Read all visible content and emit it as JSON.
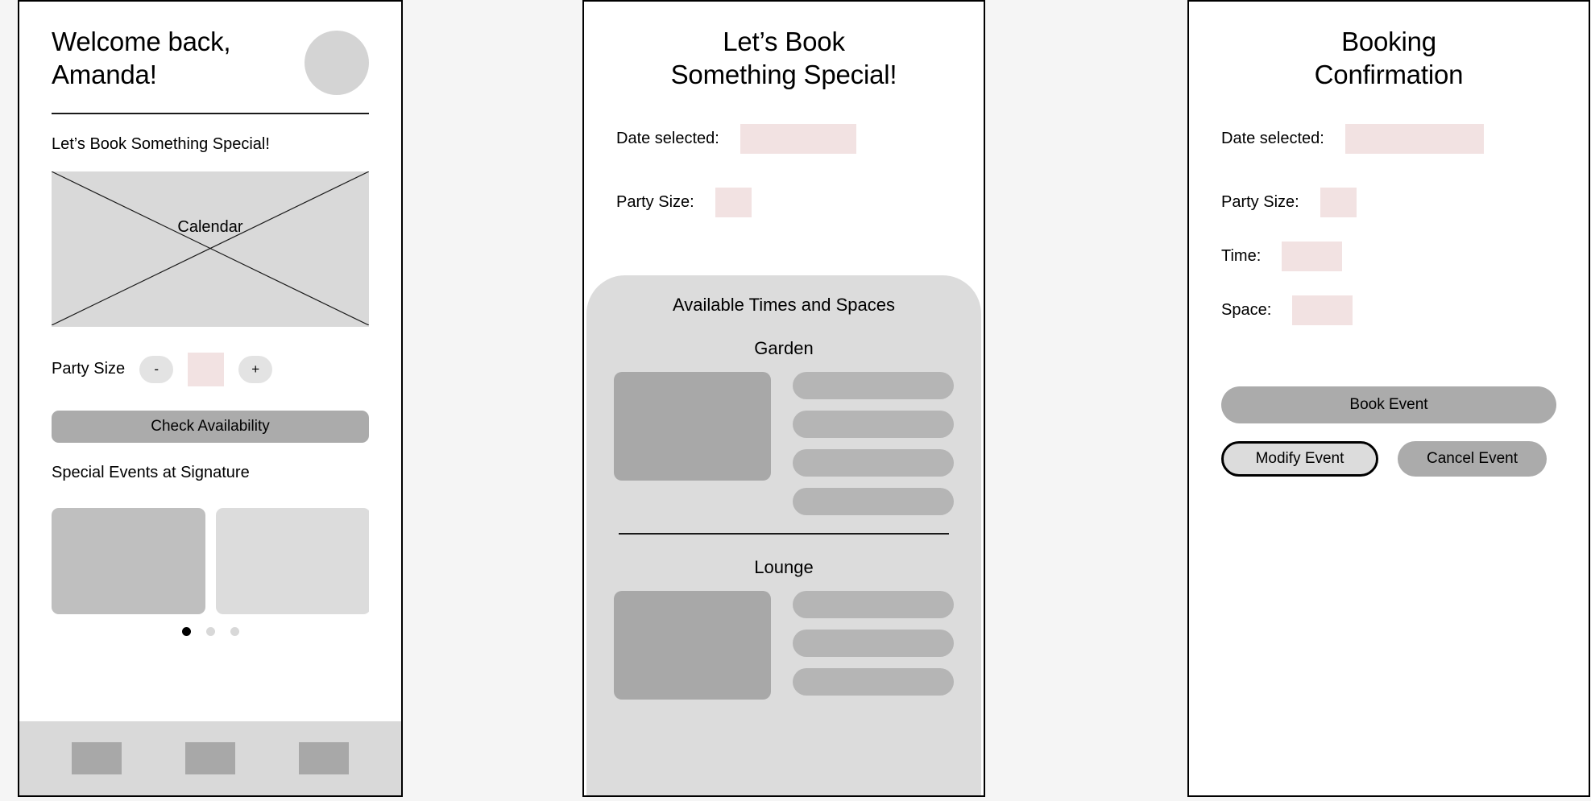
{
  "screens": {
    "home": {
      "greeting": "Welcome back,\nAmanda!",
      "avatar_name": "user-avatar",
      "sub_heading": "Let’s Book Something Special!",
      "calendar_placeholder_label": "Calendar",
      "party_size": {
        "label": "Party Size",
        "decrement_label": "-",
        "increment_label": "+",
        "value": ""
      },
      "check_availability_label": "Check Availability",
      "events_heading": "Special Events at Signature",
      "carousel": {
        "cards": [
          {
            "name": "event-card-1"
          },
          {
            "name": "event-card-2"
          },
          {
            "name": "event-card-3"
          }
        ],
        "next_icon": "chevron-right-icon",
        "dots": [
          {
            "active": true
          },
          {
            "active": false
          },
          {
            "active": false
          }
        ]
      },
      "tab_bar": [
        {
          "name": "tab-item-1"
        },
        {
          "name": "tab-item-2"
        },
        {
          "name": "tab-item-3"
        }
      ]
    },
    "booking": {
      "title": "Let’s Book\nSomething Special!",
      "fields": [
        {
          "label": "Date selected:",
          "value": "",
          "width": 144
        },
        {
          "label": "Party Size:",
          "value": "",
          "width": 45
        }
      ],
      "available": {
        "title": "Available Times and Spaces",
        "spaces": [
          {
            "name": "Garden",
            "slots": [
              {
                "label": ""
              },
              {
                "label": ""
              },
              {
                "label": ""
              },
              {
                "label": ""
              }
            ]
          },
          {
            "name": "Lounge",
            "slots": [
              {
                "label": ""
              },
              {
                "label": ""
              },
              {
                "label": ""
              }
            ]
          }
        ]
      }
    },
    "confirmation": {
      "title": "Booking\nConfirmation",
      "fields": [
        {
          "label": "Date selected:",
          "value": "",
          "width": 172
        },
        {
          "label": "Party Size:",
          "value": "",
          "width": 45
        },
        {
          "label": "Time:",
          "value": "",
          "width": 75
        },
        {
          "label": "Space:",
          "value": "",
          "width": 75
        }
      ],
      "book_event_label": "Book Event",
      "modify_event_label": "Modify Event",
      "cancel_event_label": "Cancel Event"
    }
  },
  "colors": {
    "canvas_background": "#f5f5f5",
    "frame_border": "#000000",
    "placeholder_gray": "#d9d9d9",
    "mid_gray": "#bfbfbf",
    "button_gray": "#ababab",
    "dark_gray": "#a8a8a8",
    "pink_field": "#f2e2e2",
    "dot_inactive": "#d8d8d8",
    "dot_active": "#000000"
  }
}
